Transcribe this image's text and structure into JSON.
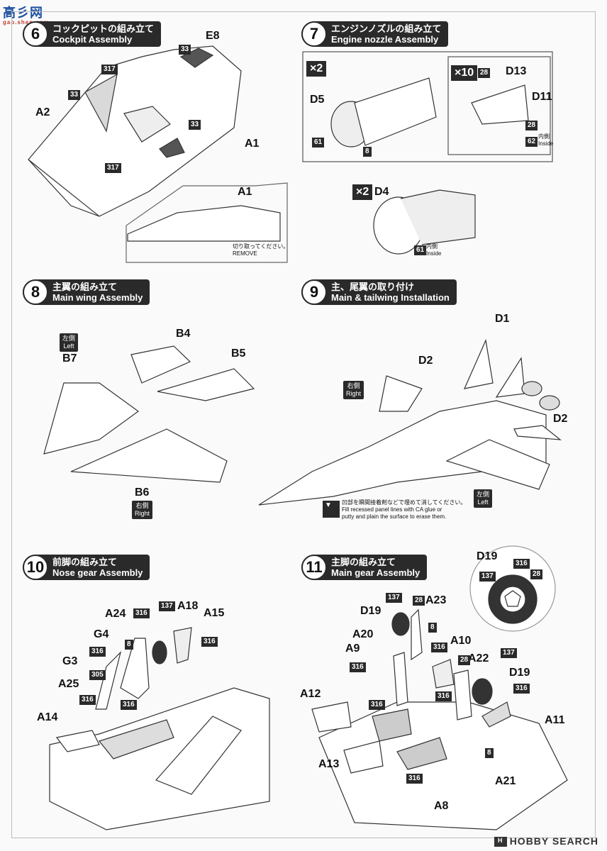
{
  "watermark": {
    "main": "高彡网",
    "sub": "gao.shen.com"
  },
  "steps": [
    {
      "num": "6",
      "jp": "コックピットの組み立て",
      "en": "Cockpit Assembly"
    },
    {
      "num": "7",
      "jp": "エンジンノズルの組み立て",
      "en": "Engine nozzle Assembly"
    },
    {
      "num": "8",
      "jp": "主翼の組み立て",
      "en": "Main wing Assembly"
    },
    {
      "num": "9",
      "jp": "主、尾翼の取り付け",
      "en": "Main & tailwing Installation"
    },
    {
      "num": "10",
      "jp": "前脚の組み立て",
      "en": "Nose gear Assembly"
    },
    {
      "num": "11",
      "jp": "主脚の組み立て",
      "en": "Main gear Assembly"
    }
  ],
  "step6": {
    "parts": [
      "E8",
      "A2",
      "A1",
      "A1"
    ],
    "codes": [
      "33",
      "317",
      "33",
      "33",
      "317"
    ],
    "remove_jp": "切り取ってください。",
    "remove_en": "REMOVE"
  },
  "step7": {
    "mult1": "×2",
    "mult2": "×10",
    "mult3": "×2",
    "parts": [
      "D5",
      "D13",
      "D11",
      "D4"
    ],
    "codes": [
      "61",
      "8",
      "28",
      "28",
      "62",
      "61"
    ],
    "inside_jp": "内側",
    "inside_en": "Inside"
  },
  "step8": {
    "parts": [
      "B4",
      "B5",
      "B7",
      "B6"
    ],
    "left_jp": "左側",
    "left_en": "Left",
    "right_jp": "右側",
    "right_en": "Right"
  },
  "step9": {
    "parts": [
      "D1",
      "D2",
      "D2"
    ],
    "right_jp": "右側",
    "right_en": "Right",
    "left_jp": "左側",
    "left_en": "Left",
    "note_jp": "凹部を瞬間接着剤などで埋めて消してください。",
    "note_en1": "Fill recessed panel lines with CA glue or",
    "note_en2": "putty and plain the surface to erase them."
  },
  "step10": {
    "parts": [
      "A24",
      "A18",
      "A15",
      "G4",
      "G3",
      "A25",
      "A14"
    ],
    "codes": [
      "316",
      "137",
      "8",
      "316",
      "316",
      "305",
      "316",
      "316"
    ]
  },
  "step11": {
    "parts": [
      "D19",
      "A23",
      "A20",
      "A9",
      "A10",
      "A22",
      "D19",
      "A12",
      "A11",
      "A13",
      "A21",
      "A8"
    ],
    "codes": [
      "137",
      "28",
      "8",
      "316",
      "316",
      "28",
      "137",
      "316",
      "316",
      "316",
      "8"
    ],
    "detail_part": "D19",
    "detail_codes": [
      "137",
      "316",
      "28"
    ]
  },
  "footer": {
    "logo": "H",
    "text": "HOBBY SEARCH"
  }
}
